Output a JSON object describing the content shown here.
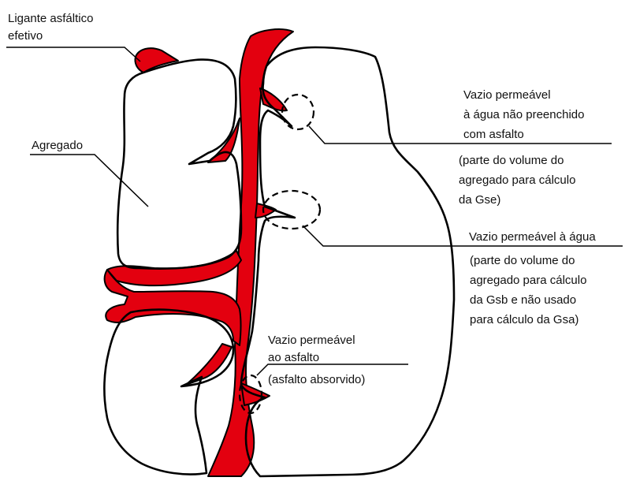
{
  "labels": {
    "ligante_line1": "Ligante asfáltico",
    "ligante_line2": "efetivo",
    "agregado": "Agregado",
    "vazio_nao_preenchido_line1": "Vazio permeável",
    "vazio_nao_preenchido_line2": "à água não preenchido",
    "vazio_nao_preenchido_line3": "com asfalto",
    "vazio_nao_preenchido_note1": "(parte do volume do",
    "vazio_nao_preenchido_note2": "agregado para cálculo",
    "vazio_nao_preenchido_note3": "da Gse)",
    "vazio_agua_line1": "Vazio permeável à água",
    "vazio_agua_note1": "(parte do volume do",
    "vazio_agua_note2": "agregado para cálculo",
    "vazio_agua_note3": "da Gsb e não usado",
    "vazio_agua_note4": "para cálculo da Gsa)",
    "vazio_asfalto_line1": "Vazio permeável",
    "vazio_asfalto_line2": "ao asfalto",
    "vazio_asfalto_note1": "(asfalto absorvido)"
  },
  "colors": {
    "binder": "#e3000f",
    "outline": "#000000",
    "background": "#ffffff"
  }
}
